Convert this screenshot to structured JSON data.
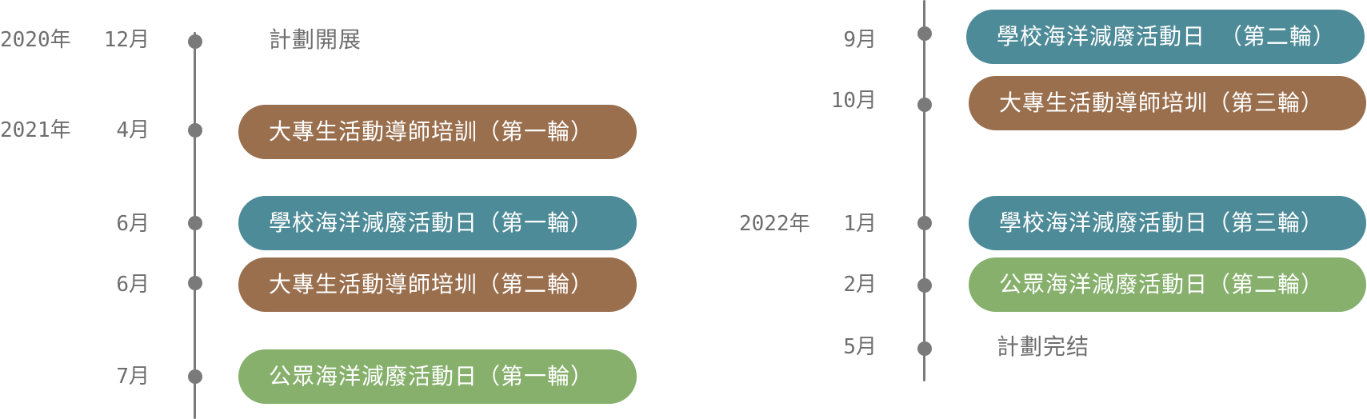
{
  "colors": {
    "brown": "#9a6f4e",
    "teal": "#4e8b98",
    "green": "#86b06c",
    "axis": "#7a7a7a",
    "text": "#6e6e6e"
  },
  "left": {
    "year_2020": "2020年",
    "year_2021": "2021年",
    "events": [
      {
        "month": "12月",
        "label": "計劃開展"
      },
      {
        "month": "4月",
        "label": "大專生活動導師培訓（第一輪）"
      },
      {
        "month": "6月",
        "label": "學校海洋減廢活動日（第一輪）"
      },
      {
        "month": "6月",
        "label": "大專生活動導師培圳（第二輪）"
      },
      {
        "month": "7月",
        "label": "公眾海洋減廢活動日（第一輪）"
      }
    ]
  },
  "right": {
    "year_2022": "2022年",
    "events": [
      {
        "month": "9月",
        "label": "學校海洋減廢活動日 （第二輪）"
      },
      {
        "month": "10月",
        "label": "大專生活動導師培圳（第三輪）"
      },
      {
        "month": "1月",
        "label": "學校海洋減廢活動日（第三輪）"
      },
      {
        "month": "2月",
        "label": "公眾海洋減廢活動日（第二輪）"
      },
      {
        "month": "5月",
        "label": "計劃完结"
      }
    ]
  }
}
